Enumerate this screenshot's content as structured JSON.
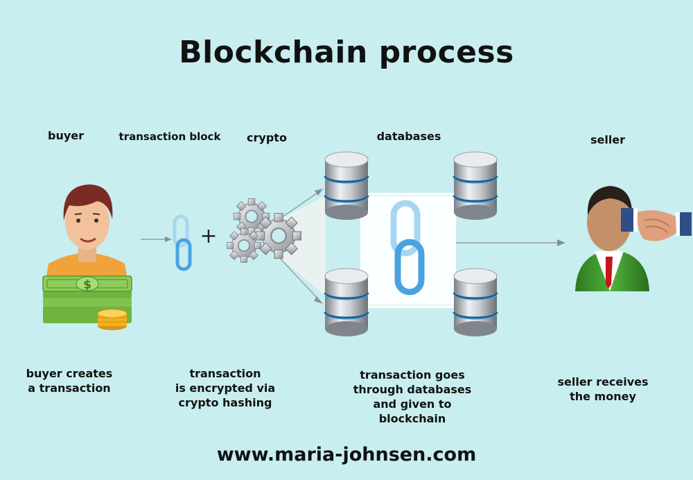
{
  "title": "Blockchain process",
  "labels": {
    "buyer": "buyer",
    "transaction_block": "transaction block",
    "crypto": "crypto",
    "databases": "databases",
    "seller": "seller"
  },
  "captions": {
    "buyer": [
      "buyer creates",
      "a transaction"
    ],
    "encrypt": [
      "transaction",
      "is encrypted via",
      "crypto hashing"
    ],
    "databases": [
      "transaction goes",
      "through databases",
      "and given to",
      "blockchain"
    ],
    "seller": [
      "seller receives",
      "the money"
    ]
  },
  "plus_symbol": "+",
  "dollar_symbol": "$",
  "website": "www.maria-johnsen.com",
  "colors": {
    "background": "#c8eef0",
    "chain_link": "#5aaee0",
    "money_green": "#7cc14a",
    "coin_gold": "#f2b21b"
  },
  "icons": [
    "buyer-person-icon",
    "money-stack-icon",
    "chain-link-icon",
    "gears-icon",
    "database-icon",
    "businessman-icon",
    "handshake-icon"
  ]
}
